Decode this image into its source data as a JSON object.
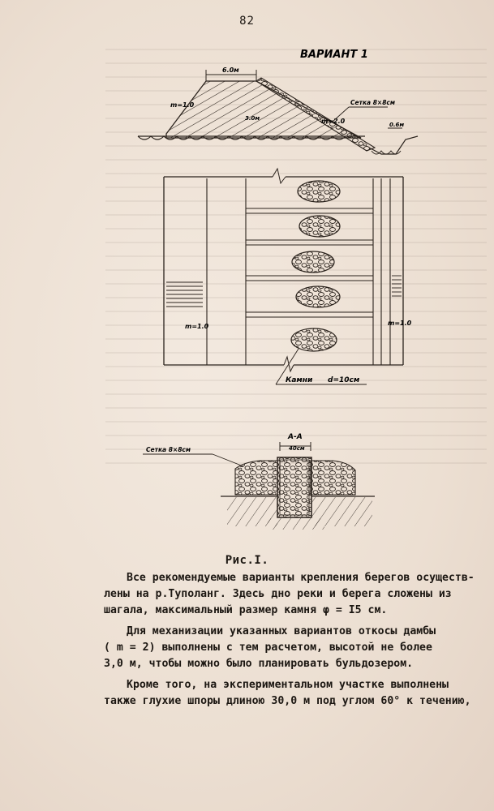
{
  "page_number": "82",
  "figure": {
    "variant_title": "ВАРИАНТ 1",
    "label_top_width": "6.0м",
    "label_slope_left": "m=1.0",
    "label_slope_right": "m=2.0",
    "label_mesh": "Сетка 8×8см",
    "label_height": "3.0м",
    "label_ditch": "0.6м",
    "label_plan_left": "m=1.0",
    "label_plan_right": "m=1.0",
    "label_stone": "Камни",
    "label_stone_size": "d=10см",
    "section_label": "А-А",
    "section_width": "40см",
    "section_mesh": "Сетка 8×8см"
  },
  "caption": "Рис.I.",
  "paragraphs": [
    [
      "Все рекомендуемые варианты крепления берегов осуществ-",
      "лены на р.Туполанг. Здесь дно реки и берега сложены из",
      "шагала, максимальный размер камня  φ = I5 см."
    ],
    [
      "Для механизации указанных вариантов откосы дамбы",
      "( m = 2) выполнены с тем расчетом, высотой не более",
      "3,0 м, чтобы можно было планировать бульдозером."
    ],
    [
      "Кроме того, на экспериментальном участке выполнены",
      "также глухие шпоры длиною 30,0 м под углом 60° к течению,"
    ]
  ]
}
